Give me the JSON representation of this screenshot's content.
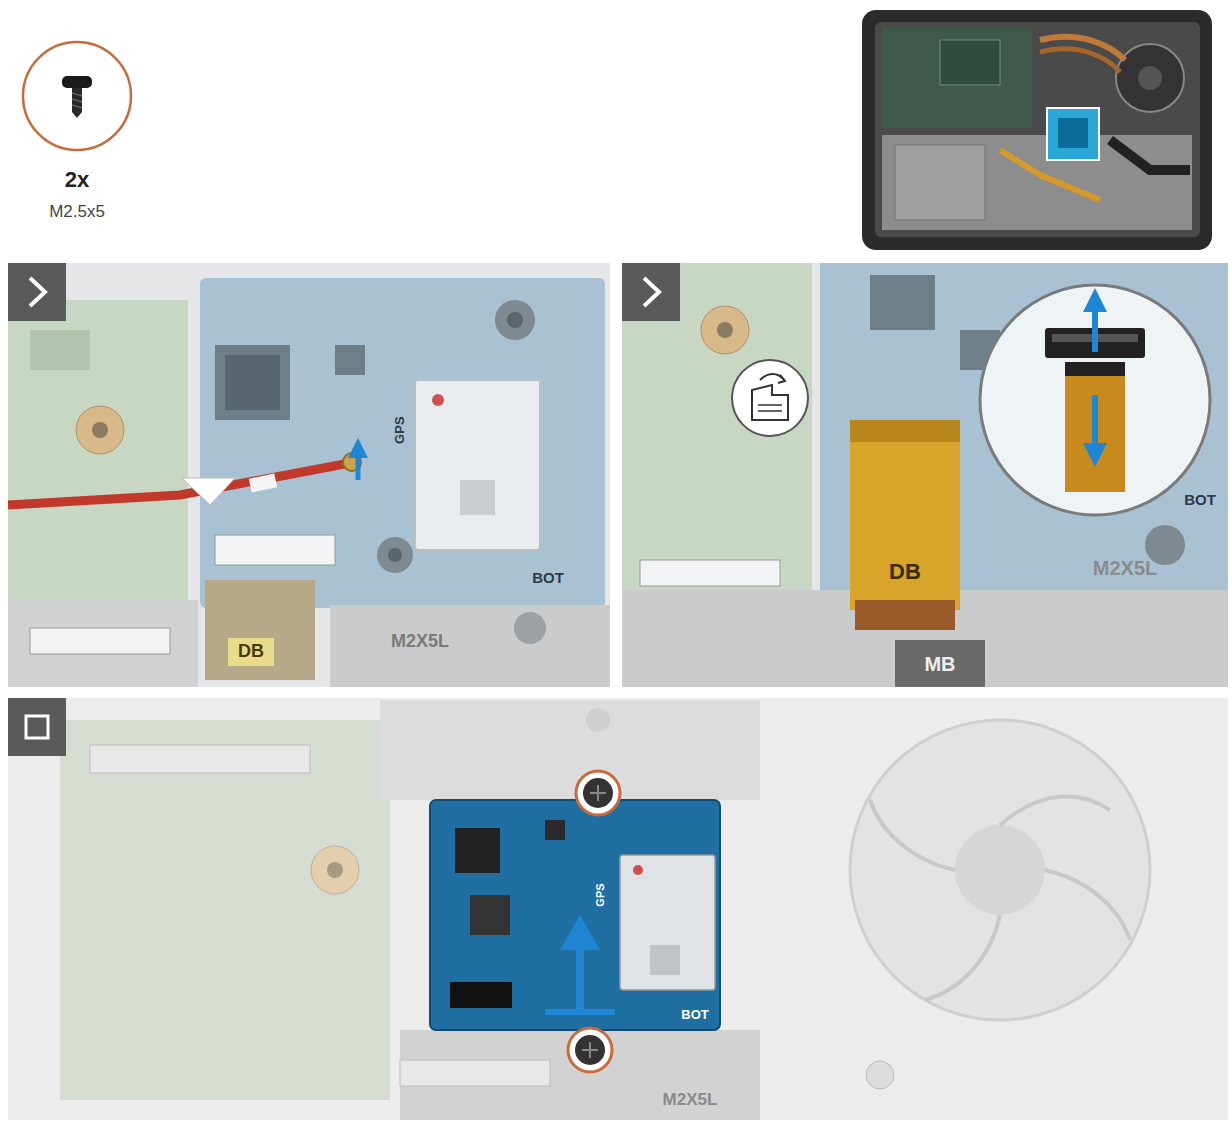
{
  "diagram": {
    "labels": [
      "2x",
      "M2.5x5",
      "GPS",
      "DB",
      "M2X5L",
      "BOT",
      "DB",
      "M2X5L",
      "BOT",
      "MB",
      "GPS",
      "BOT",
      "M2X5L"
    ]
  }
}
